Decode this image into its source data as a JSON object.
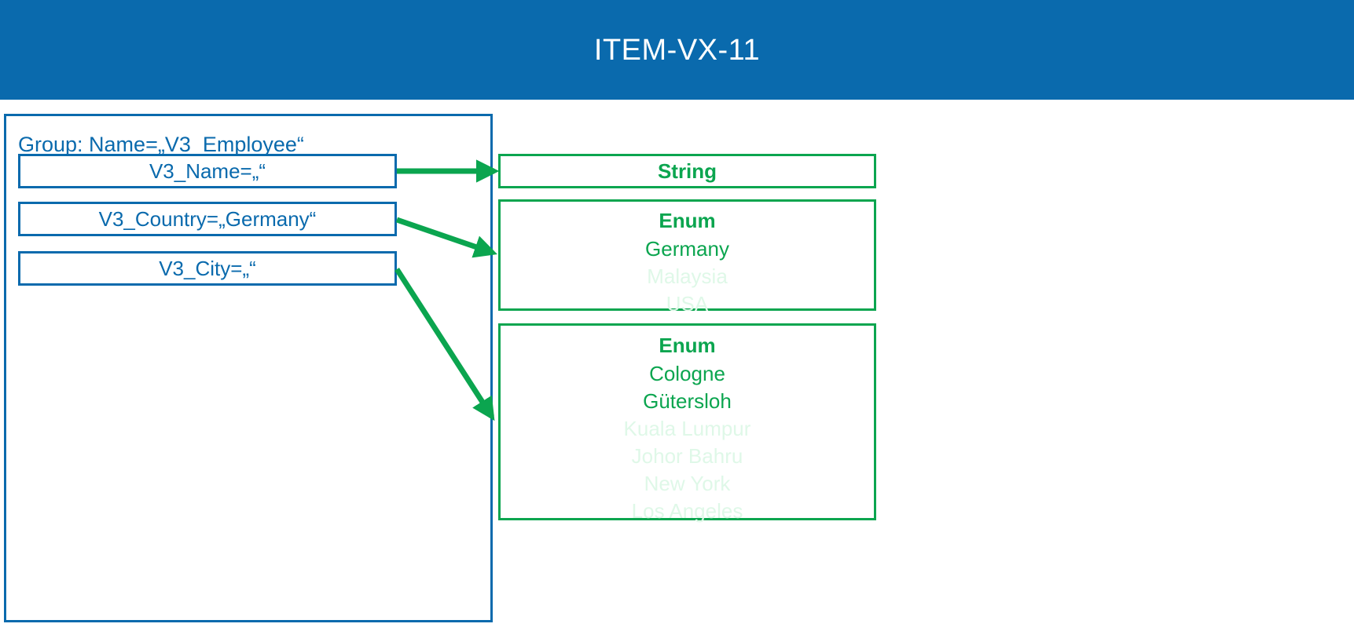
{
  "header": {
    "title": "ITEM-VX-11",
    "background_color": "#0A6AAD",
    "text_color": "#FFFFFF"
  },
  "colors": {
    "blue": "#0A6AAD",
    "green": "#0BA54F",
    "green_dim": "#DFF8E8",
    "page_background": "#FFFFFF"
  },
  "group": {
    "label": "Group: Name=„V3_Employee“",
    "fields": [
      {
        "label": "V3_Name=„“"
      },
      {
        "label": "V3_Country=„Germany“"
      },
      {
        "label": "V3_City=„“"
      }
    ]
  },
  "types": {
    "string_box": {
      "heading": "String"
    },
    "country_enum": {
      "heading": "Enum",
      "values": [
        {
          "label": "Germany",
          "active": true
        },
        {
          "label": "Malaysia",
          "active": false
        },
        {
          "label": "USA",
          "active": false
        }
      ]
    },
    "city_enum": {
      "heading": "Enum",
      "values": [
        {
          "label": "Cologne",
          "active": true
        },
        {
          "label": "Gütersloh",
          "active": true
        },
        {
          "label": "Kuala Lumpur",
          "active": false
        },
        {
          "label": "Johor Bahru",
          "active": false
        },
        {
          "label": "New York",
          "active": false
        },
        {
          "label": "Los Angeles",
          "active": false
        }
      ]
    }
  },
  "connectors": [
    {
      "from": "V3_Name",
      "to": "String"
    },
    {
      "from": "V3_Country",
      "to": "Enum (country)"
    },
    {
      "from": "V3_City",
      "to": "Enum (city)"
    }
  ]
}
